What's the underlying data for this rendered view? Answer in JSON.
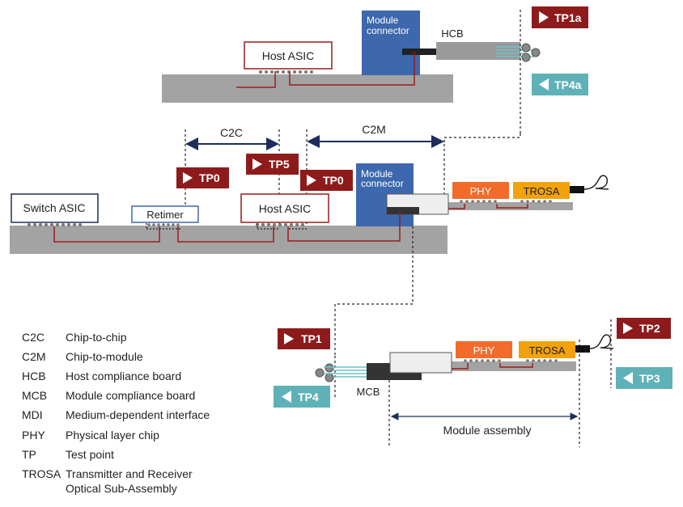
{
  "colors": {
    "board": "#a3a3a3",
    "trace": "#9b1c1c",
    "module_blue": "#3d68ad",
    "phy": "#f26b2b",
    "trosa": "#f2a20c",
    "tp_red": "#8e1b1b",
    "tp_teal": "#5fb1b8",
    "fiber": "#6cc3c9",
    "hcb_gray": "#9a9a9a",
    "dark_connector": "#333333"
  },
  "top": {
    "host_asic": "Host ASIC",
    "module_connector_line1": "Module",
    "module_connector_line2": "connector",
    "hcb": "HCB",
    "tp1a": "TP1a",
    "tp4a": "TP4a"
  },
  "middle": {
    "c2c": "C2C",
    "c2m": "C2M",
    "tp0_left": "TP0",
    "tp5": "TP5",
    "tp0_right": "TP0",
    "switch_asic": "Switch ASIC",
    "retimer": "Retimer",
    "host_asic": "Host ASIC",
    "module_connector_line1": "Module",
    "module_connector_line2": "connector",
    "phy": "PHY",
    "trosa": "TROSA"
  },
  "bottom": {
    "tp1": "TP1",
    "tp4": "TP4",
    "tp2": "TP2",
    "tp3": "TP3",
    "phy": "PHY",
    "trosa": "TROSA",
    "mcb": "MCB",
    "module_assembly": "Module assembly"
  },
  "legend": [
    {
      "abbr": "C2C",
      "desc": "Chip-to-chip"
    },
    {
      "abbr": "C2M",
      "desc": "Chip-to-module"
    },
    {
      "abbr": "HCB",
      "desc": "Host compliance board"
    },
    {
      "abbr": "MCB",
      "desc": "Module compliance board"
    },
    {
      "abbr": "MDI",
      "desc": "Medium-dependent interface"
    },
    {
      "abbr": "PHY",
      "desc": "Physical layer chip"
    },
    {
      "abbr": "TP",
      "desc": "Test point"
    },
    {
      "abbr": "TROSA",
      "desc": "Transmitter and Receiver",
      "desc2": "Optical Sub-Assembly"
    }
  ]
}
